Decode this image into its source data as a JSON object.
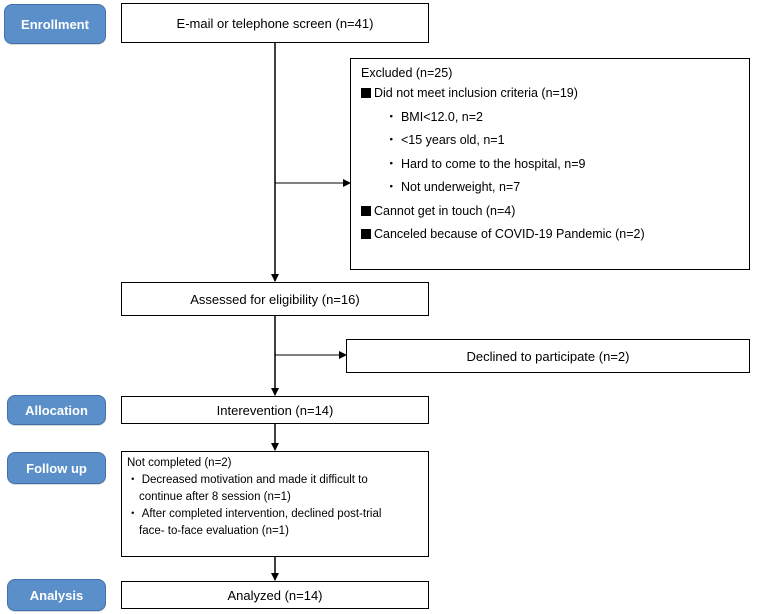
{
  "stages": {
    "enrollment": "Enrollment",
    "allocation": "Allocation",
    "follow_up": "Follow up",
    "analysis": "Analysis"
  },
  "boxes": {
    "screen": "E-mail or telephone screen (n=41)",
    "assessed": "Assessed for eligibility (n=16)",
    "declined": "Declined to participate (n=2)",
    "intervention": "Interevention (n=14)",
    "analyzed": "Analyzed (n=14)"
  },
  "excluded": {
    "title": "Excluded (n=25)",
    "criteria": "Did not meet inclusion criteria (n=19)",
    "sub": [
      "・ BMI<12.0, n=2",
      "・ <15 years old, n=1",
      "・ Hard to come to the hospital, n=9",
      "・ Not underweight, n=7"
    ],
    "contact": "Cannot get in touch (n=4)",
    "covid": "Canceled because of COVID-19 Pandemic  (n=2)"
  },
  "follow": {
    "title": "Not completed (n=2)",
    "lines": [
      "・ Decreased motivation and made it difficult to",
      "continue after 8 session (n=1)",
      "・ After completed intervention, declined post-trial",
      "face- to-face evaluation (n=1)"
    ]
  },
  "colors": {
    "stage_fill": "#5b8fc9",
    "stage_border": "#3f72ad",
    "line": "#000000"
  }
}
